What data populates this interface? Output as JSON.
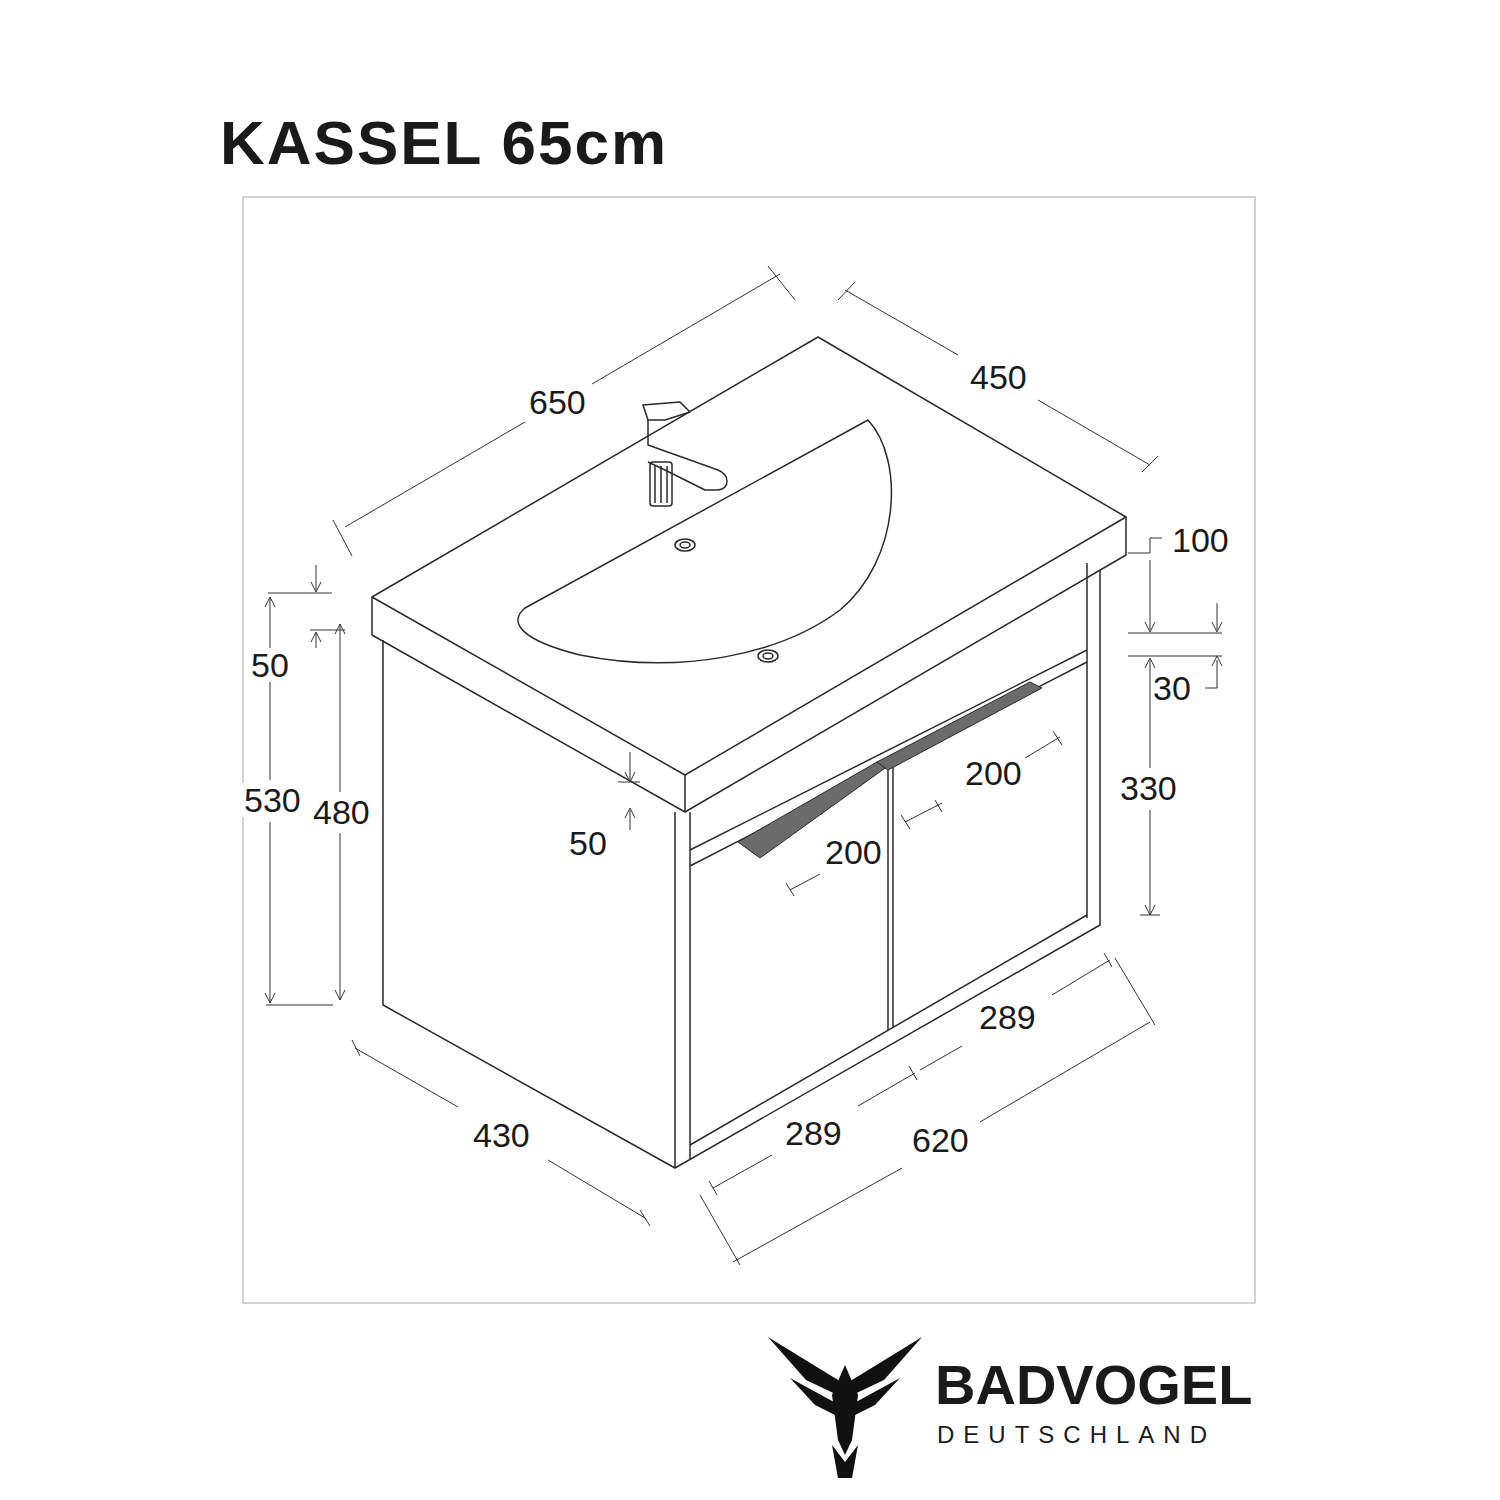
{
  "diagram": {
    "title": "KASSEL 65cm",
    "labels": [
      "650",
      "450",
      "100",
      "50",
      "30",
      "200",
      "530",
      "480",
      "330",
      "50",
      "200",
      "289",
      "430",
      "289",
      "620",
      "BADVOGEL",
      "DEUTSCHLAND"
    ]
  }
}
